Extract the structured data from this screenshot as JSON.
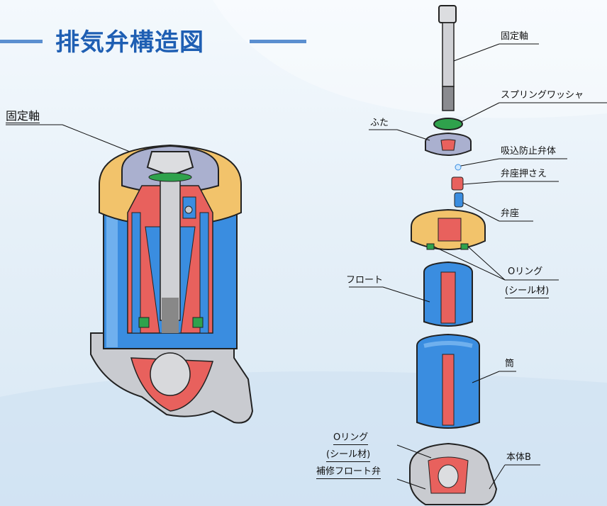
{
  "title": "排気弁構造図",
  "labels": {
    "assembly_shaft": "固定軸",
    "shaft": "固定軸",
    "spring_washer": "スプリングワッシャ",
    "lid": "ふた",
    "anti_suction_valve": "吸込防止弁体",
    "seat_retainer": "弁座押さえ",
    "valve_seat": "弁座",
    "oring_top_line1": "Oリング",
    "oring_top_line2": "(シール材)",
    "float": "フロート",
    "cylinder": "筒",
    "oring_bottom_line1": "Oリング",
    "oring_bottom_line2": "(シール材)",
    "repair_float_valve": "補修フロート弁",
    "body_b": "本体B"
  },
  "colors": {
    "title": "#1f5fb3",
    "title_bar": "#5b8fd0",
    "cut_red": "#e8615d",
    "cylinder_blue": "#3a8de0",
    "lid_orange": "#f2c36b",
    "metal_gray": "#c9cbd0",
    "lid_lavender": "#aab0cf",
    "washer_green": "#2fa24c"
  }
}
